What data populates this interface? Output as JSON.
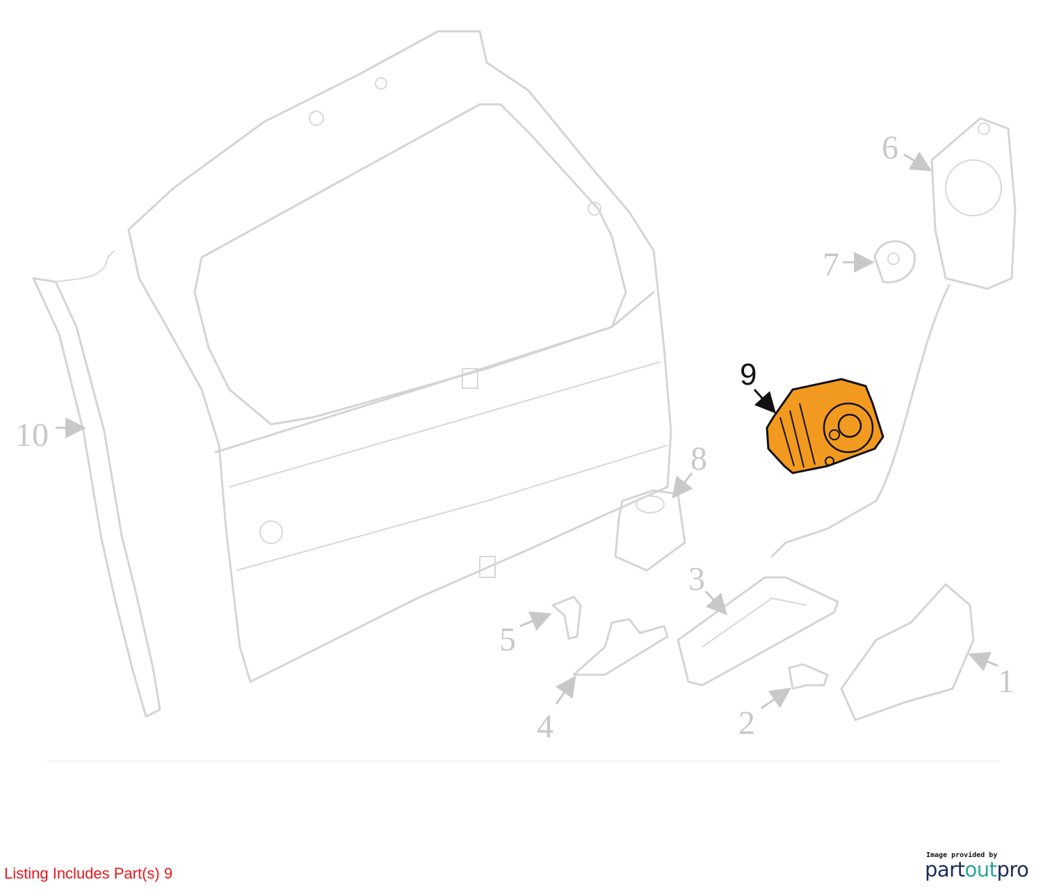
{
  "diagram": {
    "callouts": {
      "c1": "1",
      "c2": "2",
      "c3": "3",
      "c4": "4",
      "c5": "5",
      "c6": "6",
      "c7": "7",
      "c8": "8",
      "c9": "9",
      "c10": "10"
    },
    "highlighted_part": "9",
    "highlight_color": "#f29a1f",
    "ghost_color": "#d4d4d4"
  },
  "footer": {
    "listing_text": "Listing Includes Part(s) 9",
    "listing_color": "#e8161b"
  },
  "logo": {
    "caption": "Image provided by",
    "brand_part1": "part",
    "brand_part2": "out",
    "brand_part3": "pro"
  }
}
